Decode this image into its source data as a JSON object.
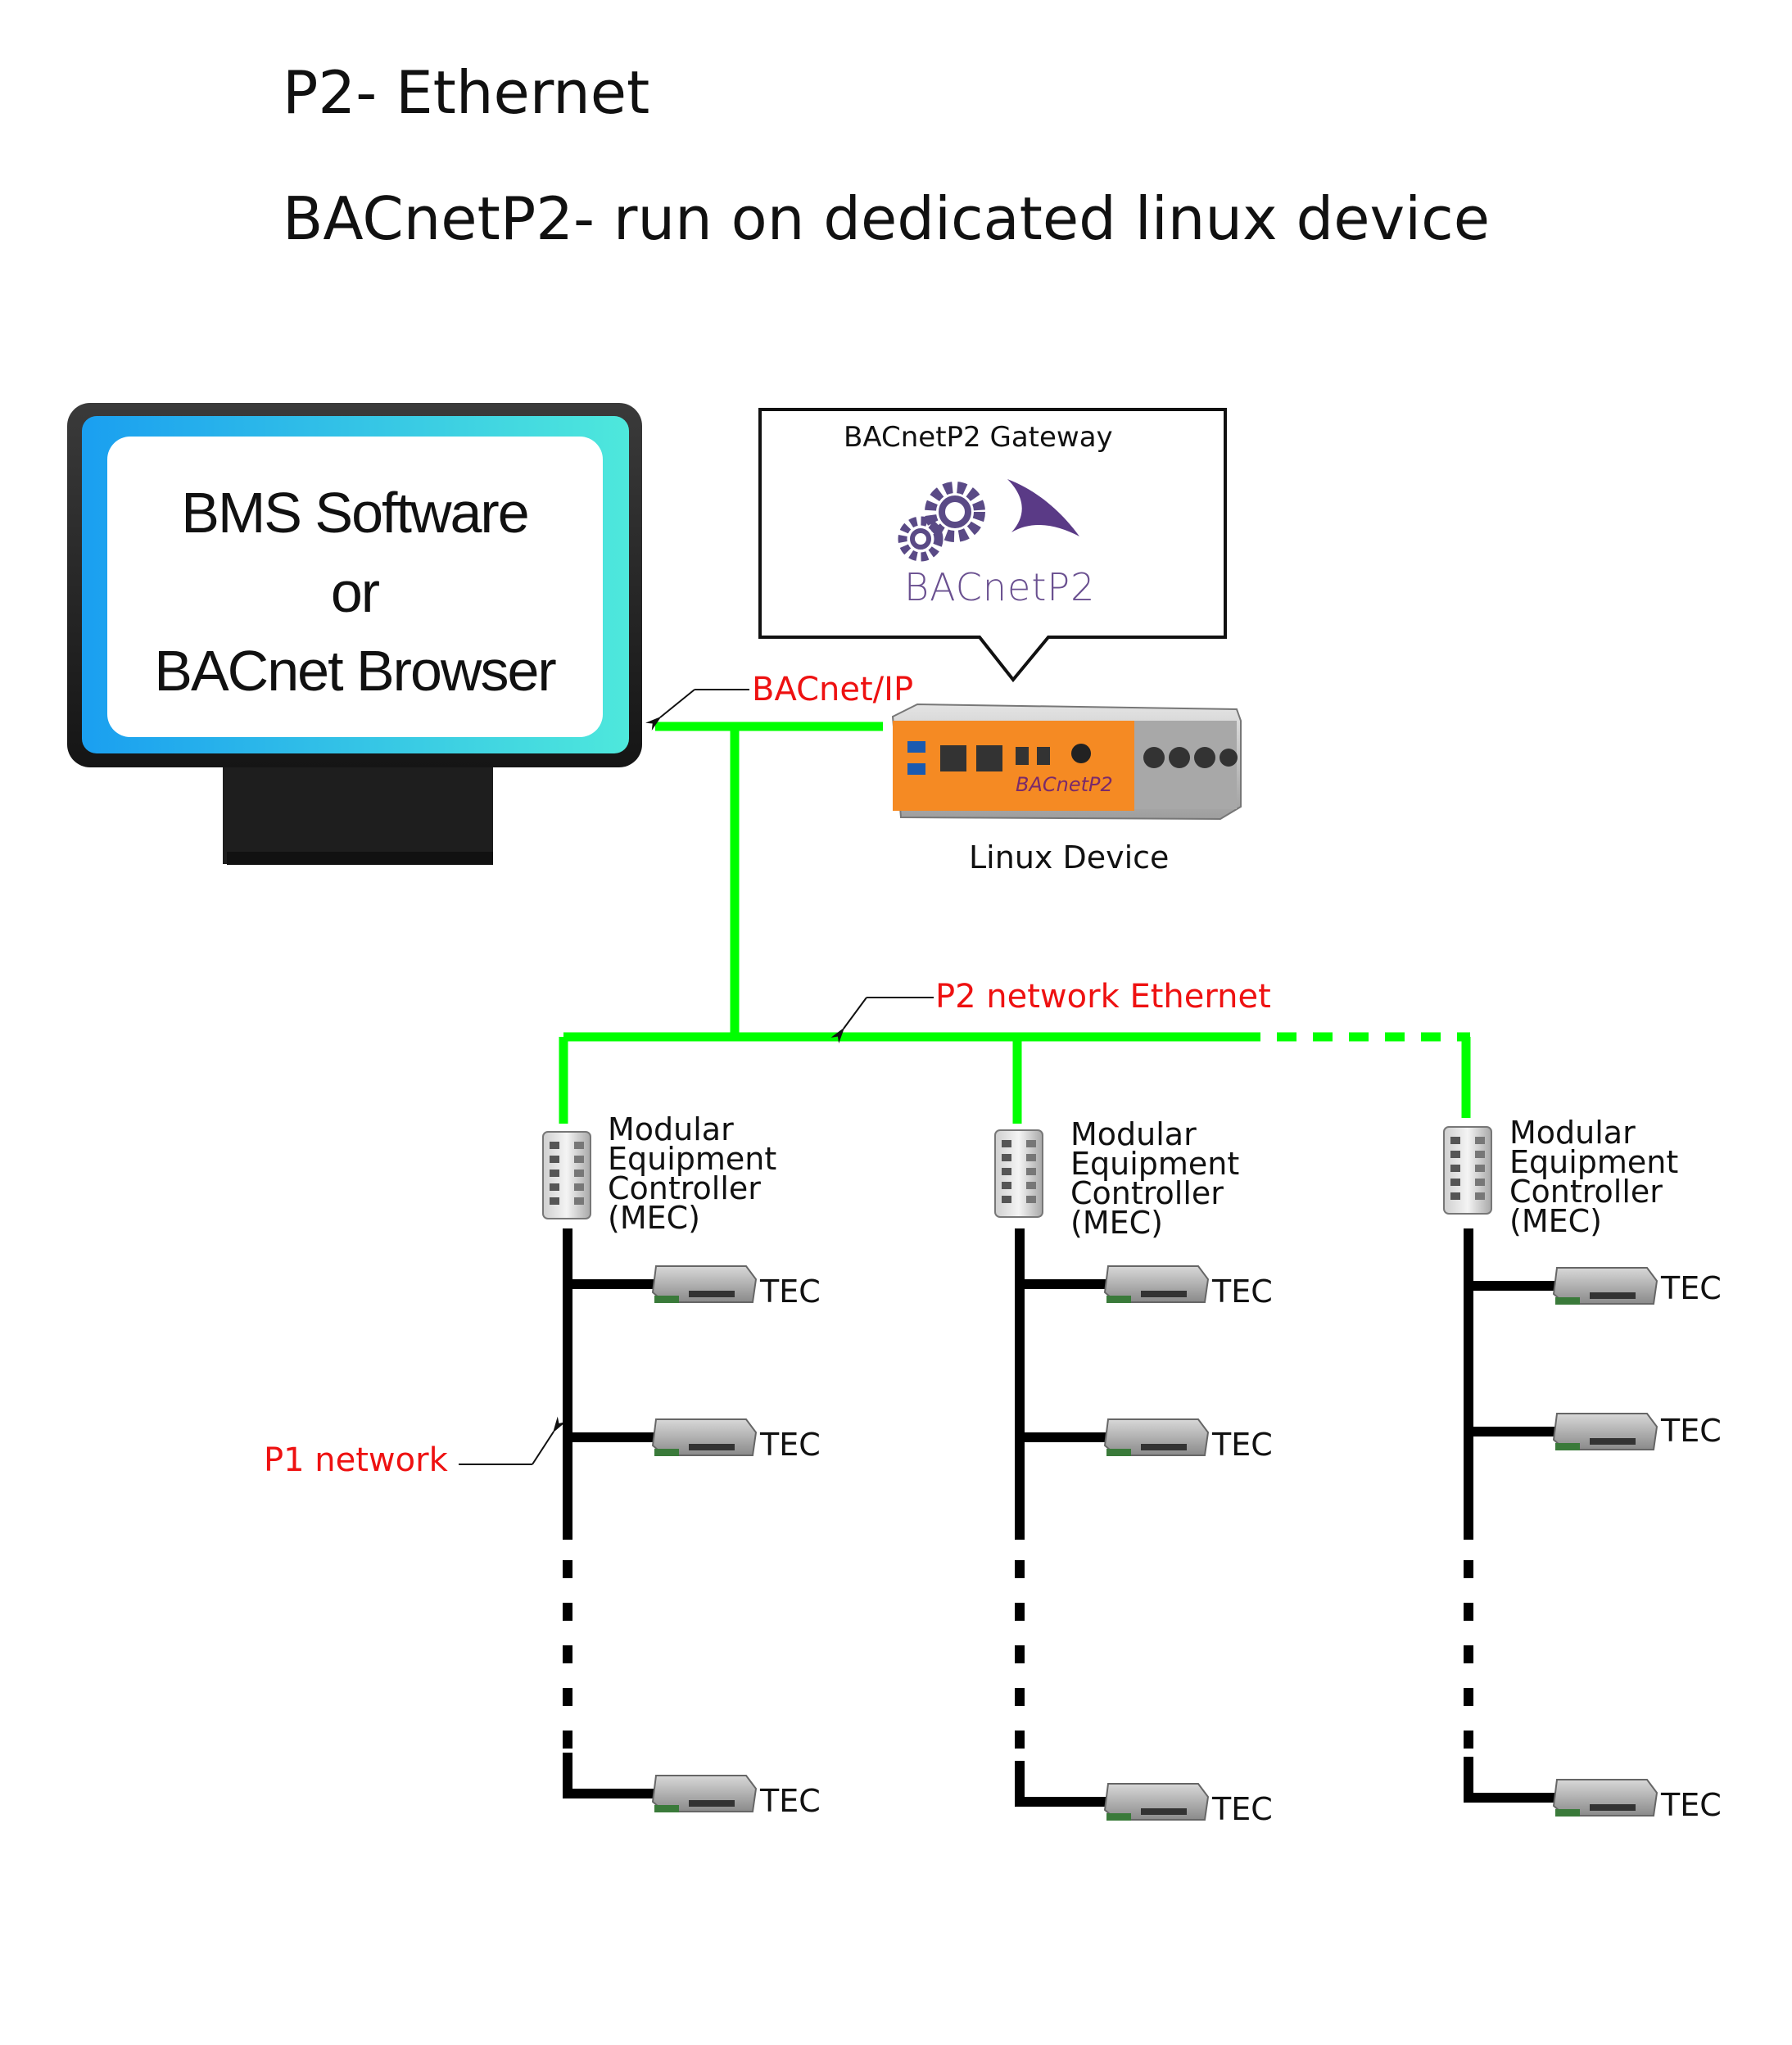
{
  "title": {
    "line1": "P2- Ethernet",
    "line2": "BACnetP2- run on dedicated linux device"
  },
  "monitor": {
    "line1": "BMS Software",
    "line2": "or",
    "line3": "BACnet Browser"
  },
  "gateway": {
    "callout_title": "BACnetP2 Gateway",
    "logo_text": "BACnetP2",
    "device_brand": "BACnetP2",
    "device_label": "Linux Device"
  },
  "labels": {
    "bacnet_ip": "BACnet/IP",
    "p2_network": "P2 network Ethernet",
    "p1_network": "P1 network"
  },
  "mec": [
    {
      "line1": "Modular",
      "line2": "Equipment",
      "line3": "Controller",
      "line4": "(MEC)",
      "tecs": [
        "TEC",
        "TEC",
        "TEC"
      ]
    },
    {
      "line1": "Modular",
      "line2": "Equipment",
      "line3": "Controller",
      "line4": "(MEC)",
      "tecs": [
        "TEC",
        "TEC",
        "TEC"
      ]
    },
    {
      "line1": "Modular",
      "line2": "Equipment",
      "line3": "Controller",
      "line4": "(MEC)",
      "tecs": [
        "TEC",
        "TEC",
        "TEC"
      ]
    }
  ],
  "colors": {
    "ethernet": "#00ff00",
    "p1_bus": "#000000",
    "label_red": "#ee1111",
    "device_orange": "#f58a23"
  }
}
